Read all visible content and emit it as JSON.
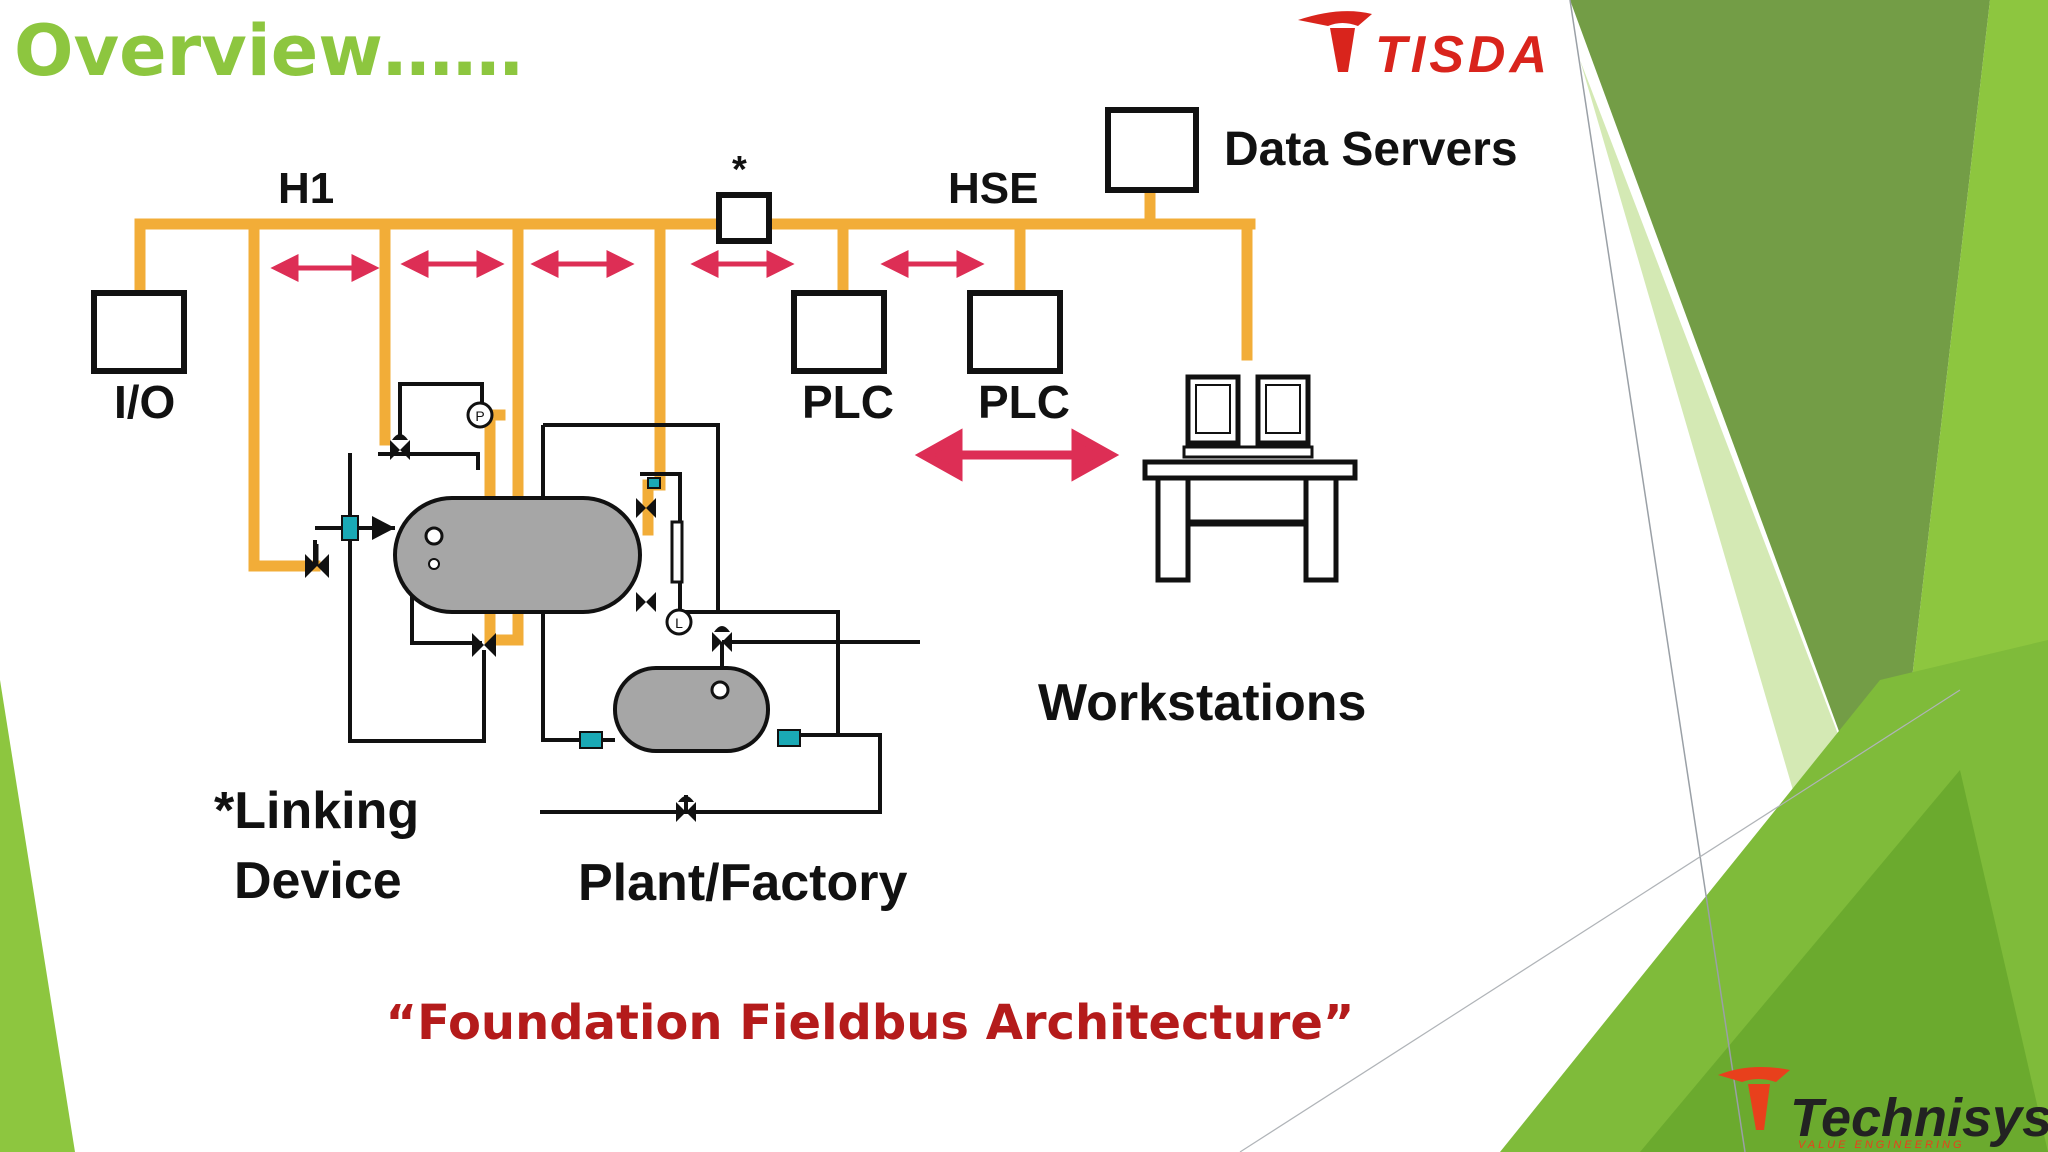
{
  "slide": {
    "title": "Overview……",
    "caption": "“Foundation Fieldbus Architecture”"
  },
  "logos": {
    "top_right": "TISDA",
    "bottom_right": "Technisys",
    "bottom_right_tagline": "VALUE ENGINEERING"
  },
  "diagram": {
    "labels": {
      "h1": "H1",
      "hse": "HSE",
      "linking_marker": "*",
      "data_servers": "Data Servers",
      "io": "I/O",
      "plc_1": "PLC",
      "plc_2": "PLC",
      "workstations": "Workstations",
      "linking_device_line1": "*Linking",
      "linking_device_line2": "Device",
      "plant_factory": "Plant/Factory",
      "gauge_p": "P",
      "gauge_l": "L"
    }
  },
  "colors": {
    "title_green": "#8dc63f",
    "bus_orange": "#f2ad38",
    "arrow_red": "#dd2e55",
    "caption_red": "#b41b1b",
    "tank_gray": "#a6a6a6",
    "valve_teal": "#1aa9b5"
  }
}
